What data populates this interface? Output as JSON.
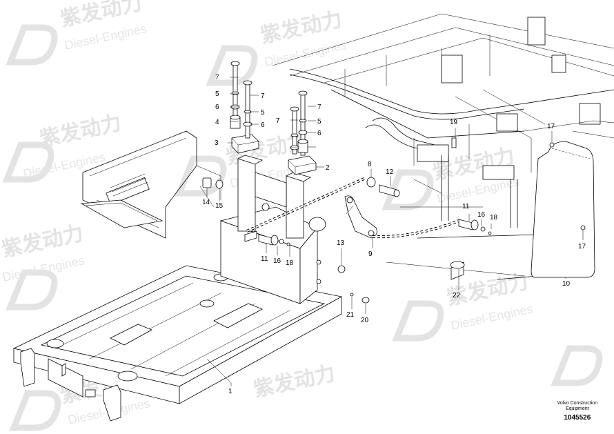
{
  "watermark": {
    "brand": "紫发动力",
    "sub": "Diesel-Engines"
  },
  "callouts": [
    {
      "id": "c1",
      "text": "1"
    },
    {
      "id": "c2",
      "text": "2"
    },
    {
      "id": "c3",
      "text": "3"
    },
    {
      "id": "c4",
      "text": "4"
    },
    {
      "id": "c5a",
      "text": "5"
    },
    {
      "id": "c5b",
      "text": "5"
    },
    {
      "id": "c5c",
      "text": "5"
    },
    {
      "id": "c6a",
      "text": "6"
    },
    {
      "id": "c6b",
      "text": "6"
    },
    {
      "id": "c6c",
      "text": "6"
    },
    {
      "id": "c7a",
      "text": "7"
    },
    {
      "id": "c7b",
      "text": "7"
    },
    {
      "id": "c7c",
      "text": "7"
    },
    {
      "id": "c7d",
      "text": "7"
    },
    {
      "id": "c8",
      "text": "8"
    },
    {
      "id": "c9",
      "text": "9"
    },
    {
      "id": "c10",
      "text": "10"
    },
    {
      "id": "c11a",
      "text": "11"
    },
    {
      "id": "c11b",
      "text": "11"
    },
    {
      "id": "c12",
      "text": "12"
    },
    {
      "id": "c13",
      "text": "13"
    },
    {
      "id": "c14",
      "text": "14"
    },
    {
      "id": "c15",
      "text": "15"
    },
    {
      "id": "c16a",
      "text": "16"
    },
    {
      "id": "c16b",
      "text": "16"
    },
    {
      "id": "c17a",
      "text": "17"
    },
    {
      "id": "c17b",
      "text": "17"
    },
    {
      "id": "c18a",
      "text": "18"
    },
    {
      "id": "c18b",
      "text": "18"
    },
    {
      "id": "c19",
      "text": "19"
    },
    {
      "id": "c20",
      "text": "20"
    },
    {
      "id": "c21",
      "text": "21"
    },
    {
      "id": "c22",
      "text": "22"
    }
  ],
  "credit": {
    "company_line1": "Volvo Construction",
    "company_line2": "Equipment",
    "drawing_number": "1045526"
  }
}
